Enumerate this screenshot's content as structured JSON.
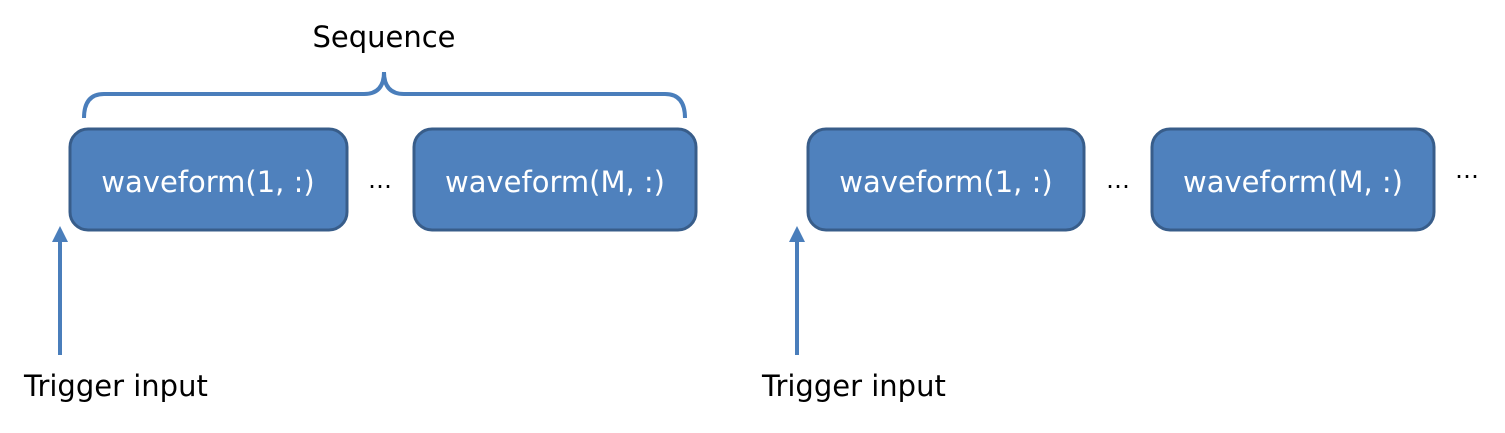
{
  "diagram": {
    "sequence_label": "Sequence",
    "trigger_label": "Trigger input",
    "ellipsis": "…",
    "groups": [
      {
        "boxes": [
          "waveform(1, :)",
          "waveform(M, :)"
        ],
        "trigger_label": "Trigger input"
      },
      {
        "boxes": [
          "waveform(1, :)",
          "waveform(M, :)"
        ],
        "trigger_label": "Trigger input"
      }
    ],
    "colors": {
      "box_fill": "#4f81bd",
      "box_stroke": "#385d8a",
      "arrow": "#4a7ebb",
      "box_text": "#ffffff"
    }
  }
}
